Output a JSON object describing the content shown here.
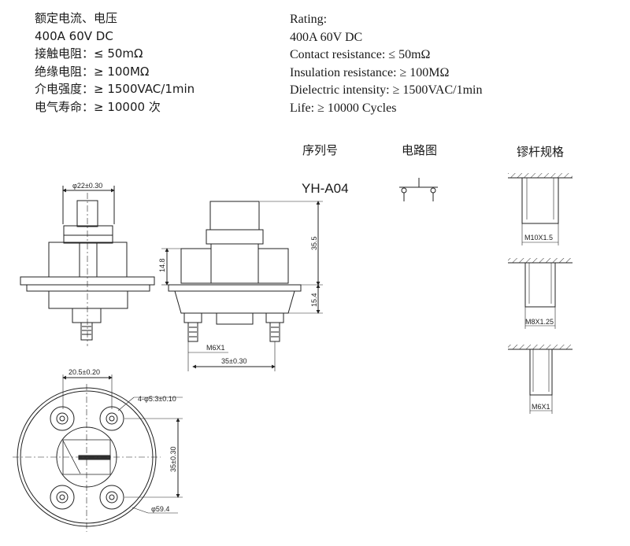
{
  "spec_cn": {
    "rating_label": "额定电流、电压",
    "rating_value": "400A 60V DC",
    "contact": "接触电阻：≤ 50mΩ",
    "insulation": "绝缘电阻：≥ 100MΩ",
    "dielectric": "介电强度：≥ 1500VAC/1min",
    "life": "电气寿命：≥ 10000 次"
  },
  "spec_en": {
    "rating_label": "Rating:",
    "rating_value": "400A 60V DC",
    "contact": "Contact resistance: ≤ 50mΩ",
    "insulation": "Insulation resistance: ≥ 100MΩ",
    "dielectric": "Dielectric intensity: ≥ 1500VAC/1min",
    "life": "Life: ≥ 10000 Cycles"
  },
  "table": {
    "col_serial": "序列号",
    "col_circuit": "电路图",
    "col_stud": "镠杆规格",
    "model": "YH-A04"
  },
  "dims": {
    "d22": "φ22±0.30",
    "h35_5": "35.5",
    "h14_8": "14.8",
    "h15_4": "15.4",
    "m6_side": "M6X1",
    "w35": "35±0.30",
    "w20_5": "20.5±0.20",
    "holes": "4-φ5.3±0.10",
    "v35": "35±0.30",
    "d59_4": "φ59.4"
  },
  "studs": {
    "m10": "M10X1.5",
    "m8": "M8X1.25",
    "m6": "M6X1"
  }
}
